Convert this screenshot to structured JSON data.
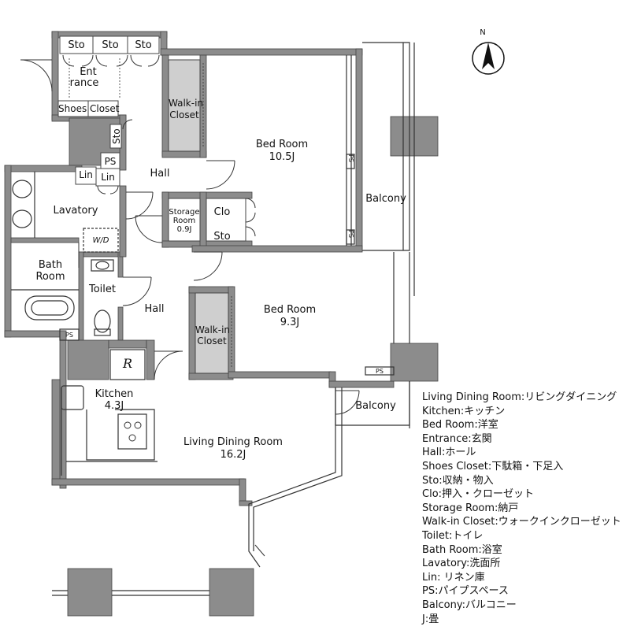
{
  "compass": {
    "label": "N"
  },
  "rooms": {
    "sto_1": "Sto",
    "sto_2": "Sto",
    "sto_3": "Sto",
    "entrance_1": "Ent",
    "entrance_2": "rance",
    "shoes_closet": "Shoes Closet",
    "sto_side": "Sto",
    "ps_1": "PS",
    "lin_1": "Lin",
    "lin_2": "Lin",
    "hall_1": "Hall",
    "walkin_1_a": "Walk-in",
    "walkin_1_b": "Closet",
    "bedroom_1_name": "Bed Room",
    "bedroom_1_size": "10.5J",
    "ps_2": "PS",
    "ps_3": "PS",
    "balcony_1": "Balcony",
    "storage_a": "Storage",
    "storage_b": "Room",
    "storage_size": "0.9J",
    "clo": "Clo",
    "sto_4": "Sto",
    "lavatory": "Lavatory",
    "wd": "W/D",
    "bath_a": "Bath",
    "bath_b": "Room",
    "toilet": "Toilet",
    "hall_2": "Hall",
    "walkin_2_a": "Walk-in",
    "walkin_2_b": "Closet",
    "bedroom_2_name": "Bed Room",
    "bedroom_2_size": "9.3J",
    "ps_4": "PS",
    "ps_5": "PS",
    "fridge": "R",
    "kitchen_name": "Kitchen",
    "kitchen_size": "4.3J",
    "balcony_2": "Balcony",
    "living_name": "Living Dining Room",
    "living_size": "16.2J"
  },
  "legend": [
    "Living Dining Room:リビングダイニング",
    "Kitchen:キッチン",
    "Bed Room:洋室",
    "Entrance:玄関",
    "Hall:ホール",
    "Shoes Closet:下駄箱・下足入",
    "Sto:収納・物入",
    "Clo:押入・クローゼット",
    "Storage Room:納戸",
    "Walk-in Closet:ウォークインクローゼット",
    "Toilet:トイレ",
    "Bath Room:浴室",
    "Lavatory:洗面所",
    "Lin: リネン庫",
    "PS:パイプスペース",
    "Balcony:バルコニー",
    "J:畳"
  ]
}
